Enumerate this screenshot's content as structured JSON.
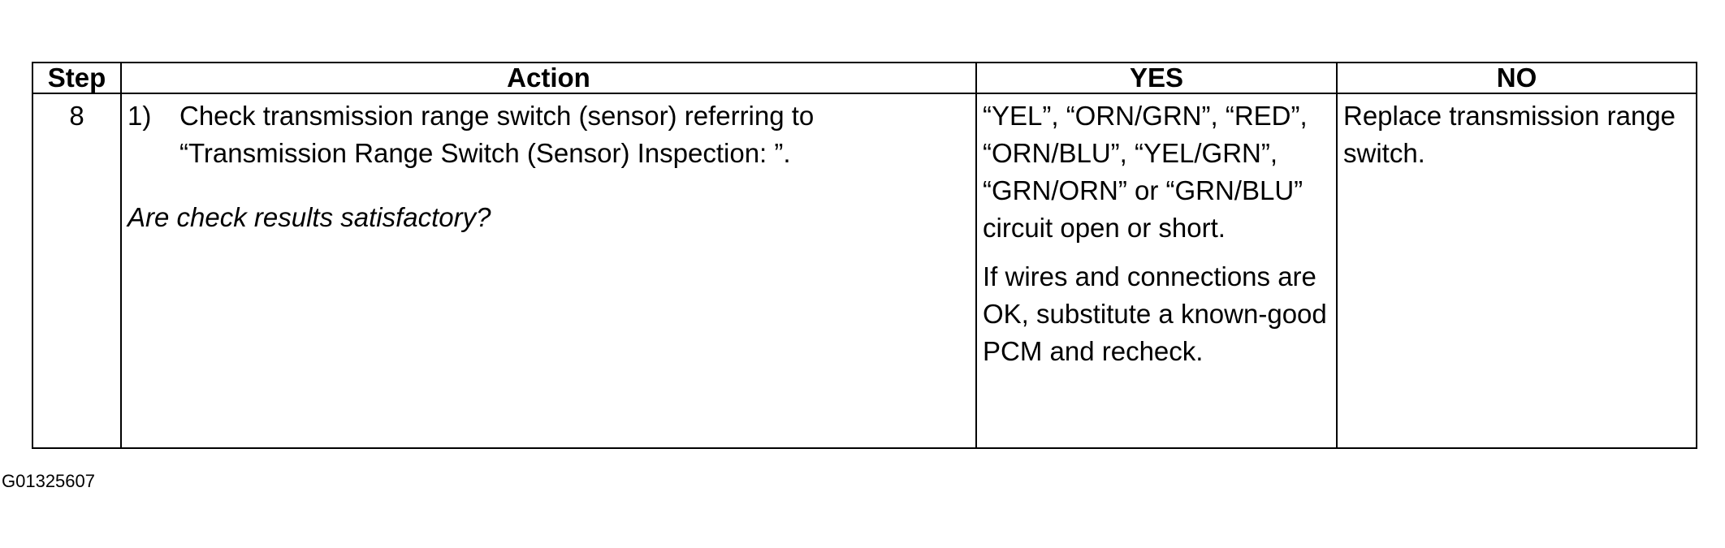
{
  "table": {
    "headers": {
      "step": "Step",
      "action": "Action",
      "yes": "YES",
      "no": "NO"
    },
    "rows": [
      {
        "step": "8",
        "action_number": "1)",
        "action_line1": "Check transmission range switch (sensor) referring to",
        "action_line2": "“Transmission Range Switch (Sensor) Inspection: ”.",
        "question": "Are check results satisfactory?",
        "yes_para1": "“YEL”, “ORN/GRN”, “RED”, “ORN/BLU”, “YEL/GRN”, “GRN/ORN” or “GRN/BLU” circuit open or short.",
        "yes_para2": "If wires and connections are OK, substitute a known-good PCM and recheck.",
        "no": "Replace transmission range switch."
      }
    ]
  },
  "figure_id": "G01325607"
}
